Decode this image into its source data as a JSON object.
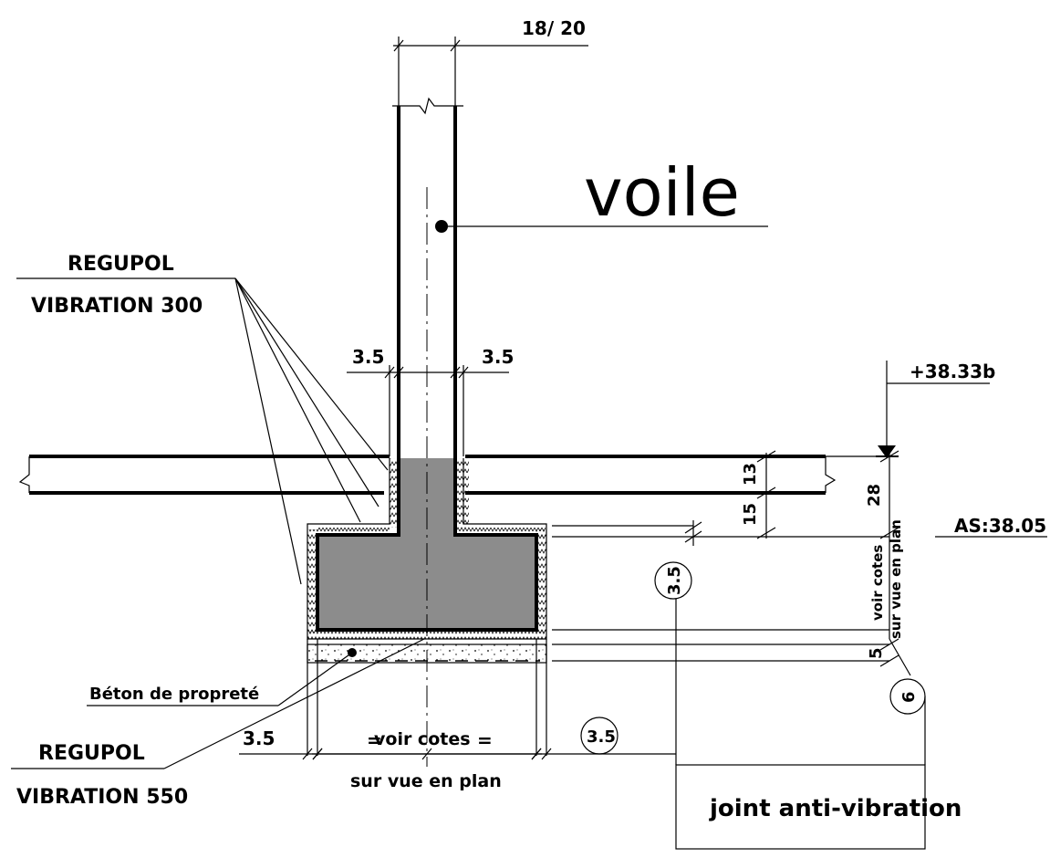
{
  "labels": {
    "wall_thickness": "18/ 20",
    "voile": "voile",
    "regupol_300_line1": "REGUPOL",
    "regupol_300_line2": "VIBRATION 300",
    "gap_left": "3.5",
    "gap_right": "3.5",
    "level_top": "+38.33b",
    "dim_13": "13",
    "dim_15": "15",
    "dim_28": "28",
    "as_level": "AS:38.05",
    "circle_35_vertical": "3.5",
    "voir_cotes_v1": "voir cotes",
    "voir_cotes_v2": "sur vue en plan",
    "dim_5": "5",
    "circle_6": "6",
    "beton_proprete": "Béton de propreté",
    "regupol_550_line1": "REGUPOL",
    "regupol_550_line2": "VIBRATION 550",
    "equal_left": "=",
    "equal_right": "=",
    "bottom_35_left": "3.5",
    "voir_cotes_h1": "voir cotes",
    "voir_cotes_h2": "sur vue en plan",
    "circle_35_bottom": "3.5",
    "joint_box": "joint anti-vibration"
  },
  "colors": {
    "concrete": "#8c8c8c",
    "line": "#000000"
  }
}
